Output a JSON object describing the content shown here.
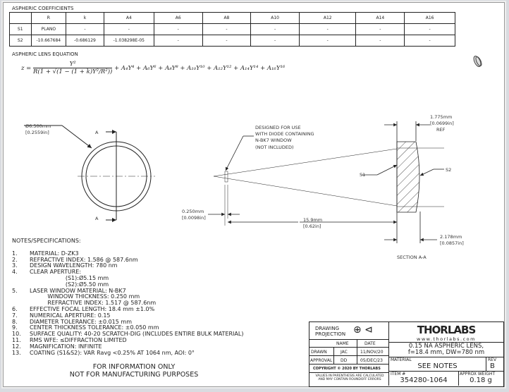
{
  "coefficients": {
    "title": "ASPHERIC COEFFICIENTS",
    "headers": [
      "",
      "R",
      "k",
      "A4",
      "A6",
      "A8",
      "A10",
      "A12",
      "A14",
      "A16"
    ],
    "rows": [
      [
        "S1",
        "PLANO",
        "-",
        "-",
        "-",
        "-",
        "-",
        "-",
        "-",
        "-"
      ],
      [
        "S2",
        "-10.667684",
        "-0.686129",
        "-1.038298E-05",
        "-",
        "-",
        "-",
        "-",
        "-",
        "-"
      ]
    ]
  },
  "equation": {
    "title": "ASPHERIC LENS EQUATION",
    "lhs": "z =",
    "numerator": "Y²",
    "denominator": "R(1 + √(1 − (1 + k)Y²/R²))",
    "rhs": "+ A₄Y⁴ + A₆Y⁶ + A₈Y⁸ + A₁₀Y¹⁰ + A₁₂Y¹² + A₁₄Y¹⁴ + A₁₆Y¹⁶"
  },
  "front_view": {
    "dia_mm": "Ø6.500mm",
    "dia_in": "[0.2559in]",
    "section_mark": "A"
  },
  "section": {
    "note": [
      "DESIGNED FOR USE",
      "WITH DIODE CONTAINING",
      "N-BK7 WINDOW",
      "(NOT INCLUDED)"
    ],
    "ct_mm": "1.775mm",
    "ct_in": "[0.0699in]",
    "ct_ref": "REF",
    "s1": "S1",
    "s2": "S2",
    "win_mm": "0.250mm",
    "win_in": "[0.0098in]",
    "dist_mm": "15.9mm",
    "dist_in": "[0.62in]",
    "et_mm": "2.178mm",
    "et_in": "[0.0857in]",
    "label": "SECTION A-A"
  },
  "notes": {
    "title": "NOTES/SPECIFICATIONS:",
    "items": [
      [
        "1.",
        "MATERIAL: D-ZK3"
      ],
      [
        "2.",
        "REFRACTIVE INDEX: 1.586 @ 587.6nm"
      ],
      [
        "3.",
        "DESIGN WAVELENGTH: 780 nm"
      ],
      [
        "4.",
        "CLEAR APERTURE:"
      ],
      [
        "",
        "                    (S1):Ø5.15 mm"
      ],
      [
        "",
        "                    (S2):Ø5.50 mm"
      ],
      [
        "5.",
        "LASER WINDOW MATERIAL: N-BK7"
      ],
      [
        "",
        "          WINDOW THICKNESS: 0.250 mm"
      ],
      [
        "",
        "          REFRACTIVE INDEX: 1.517 @ 587.6nm"
      ],
      [
        "6.",
        "EFFECTIVE FOCAL LENGTH: 18.4 mm ±1.0%"
      ],
      [
        "7.",
        "NUMERICAL APERTURE: 0.15"
      ],
      [
        "8.",
        "DIAMETER TOLERANCE: ±0.015 mm"
      ],
      [
        "9.",
        "CENTER THICKNESS TOLERANCE: ±0.050 mm"
      ],
      [
        "10.",
        "SURFACE QUALITY: 40-20 SCRATCH-DIG (INCLUDES ENTIRE BULK MATERIAL)"
      ],
      [
        "11.",
        "RMS WFE: ≤DIFFRACTION LIMITED"
      ],
      [
        "12.",
        "MAGNIFICATION: INFINITE"
      ],
      [
        "13.",
        "COATING (S1&S2): VAR Ravg <0.25% AT 1064 nm, AOI: 0°"
      ]
    ],
    "footer1": "FOR INFORMATION ONLY",
    "footer2": "NOT FOR MANUFACTURING PURPOSES"
  },
  "titleblock": {
    "projection": "DRAWING PROJECTION",
    "name_h": "NAME",
    "date_h": "DATE",
    "drawn": "DRAWN",
    "drawn_name": "JAC",
    "drawn_date": "11/NOV/20",
    "approval": "APPROVAL",
    "appr_name": "DD",
    "appr_date": "05/DEC/23",
    "copyright": "COPYRIGHT © 2020 BY THORLABS",
    "disclaimer": "VALUES IN PARENTHESIS ARE CALCULATED AND MAY CONTAIN ROUNDOFF ERRORS",
    "logo": "THORLABS",
    "url": "www.thorlabs.com",
    "desc1": "0.15 NA ASPHERIC LENS,",
    "desc2": "f=18.4 mm, DW=780 nm",
    "material_h": "MATERIAL",
    "material": "SEE NOTES",
    "rev_h": "REV",
    "rev": "B",
    "item_h": "ITEM #",
    "item": "354280-1064",
    "weight_h": "APPROX WEIGHT",
    "weight": "0.18 g"
  }
}
